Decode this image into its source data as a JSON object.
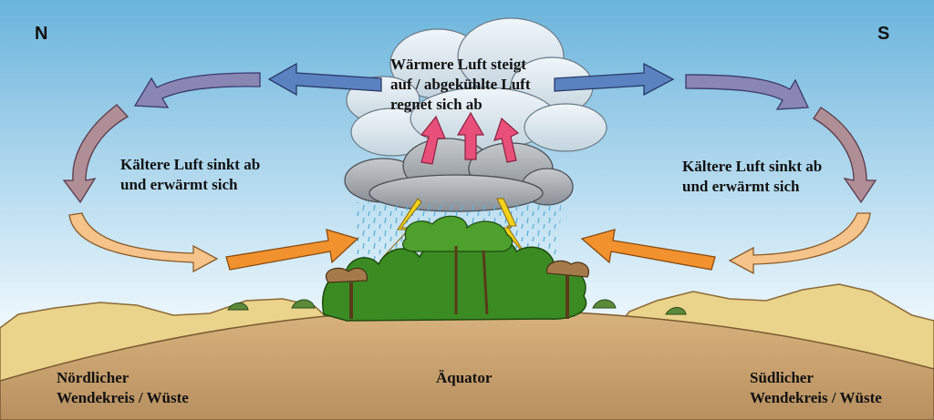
{
  "compass": {
    "north": "N",
    "south": "S"
  },
  "labels": {
    "warm_rising": "Wärmere Luft steigt\nauf / abgekühlte Luft\nregnet sich ab",
    "cold_sinking_left": "Kältere Luft sinkt ab\nund erwärmt sich",
    "cold_sinking_right": "Kältere Luft sinkt ab\nund erwärmt sich",
    "north_region": "Nördlicher\nWendekreis / Wüste",
    "equator": "Äquator",
    "south_region": "Südlicher\nWendekreis / Wüste"
  },
  "colors": {
    "sky_top": "#6ab4dc",
    "sky_bottom": "#eaf6fc",
    "ground": "#d7ae74",
    "desert_hills": "#ead38a",
    "warm_air": "#f2922e",
    "cool_air": "#5a82c0",
    "cold_air": "#a08c9c",
    "rising_air": "#e8507a",
    "cloud": "#d7e3ea",
    "storm_cloud": "#a2a7ad",
    "rain": "#5ab0d8",
    "lightning": "#f2d21a",
    "vegetation": "#3a8c22"
  }
}
